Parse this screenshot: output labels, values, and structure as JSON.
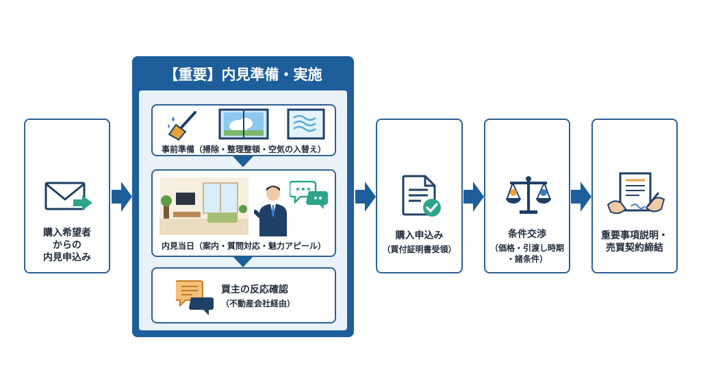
{
  "step1": {
    "label_lines": [
      "購入希望者",
      "からの",
      "内見申込み"
    ]
  },
  "group": {
    "title": "【重要】内見準備・実施",
    "prep": {
      "label": "事前準備（掃除・整理整頓・空気の入替え）"
    },
    "viewing": {
      "label": "内見当日（案内・質問対応・魅力アピール）"
    },
    "reaction": {
      "title": "買主の反応確認",
      "subtitle": "（不動産会社経由）"
    }
  },
  "step2": {
    "title": "購入申込み",
    "subtitle": "（買付証明書受領）"
  },
  "step3": {
    "title": "条件交渉",
    "subtitle_lines": [
      "（価格・引渡し時期",
      "・諸条件）"
    ]
  },
  "step4": {
    "label_lines": [
      "重要事項説明・",
      "売買契約締結"
    ]
  },
  "colors": {
    "primary": "#1e5e9a",
    "accent_green": "#2aa58a",
    "accent_orange": "#e8a13a"
  },
  "icons": [
    "mail-icon",
    "broom-icon",
    "window-icon",
    "fresh-air-window-icon",
    "chat-icon",
    "speech-bubbles-icon",
    "document-check-icon",
    "scale-icon",
    "contract-signing-icon"
  ]
}
